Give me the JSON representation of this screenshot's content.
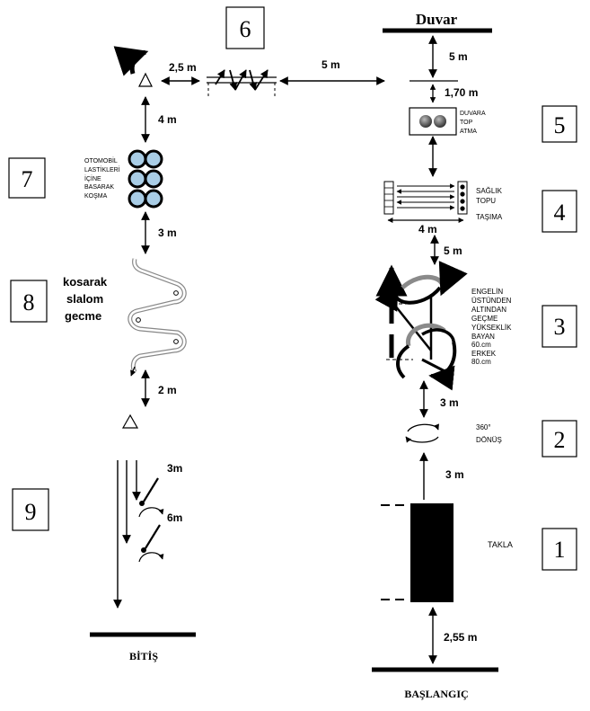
{
  "station_numbers": [
    "1",
    "2",
    "3",
    "4",
    "5",
    "6",
    "7",
    "8",
    "9"
  ],
  "labels": {
    "wall": "Duvar",
    "start": "BAŞLANGIÇ",
    "finish": "BİTİŞ",
    "roll": "TAKLA",
    "turn_360": [
      "360°",
      "DÖNÜŞ"
    ],
    "hurdle": [
      "ENGELİN",
      "ÜSTÜNDEN",
      "ALTINDAN",
      "GEÇME",
      "YÜKSEKLİK",
      "BAYAN",
      "60.cm",
      "ERKEK",
      "80.cm"
    ],
    "medicine_ball": [
      "SAĞLIK",
      "TOPU",
      "TAŞIMA"
    ],
    "wall_throw": [
      "DUVARA",
      "TOP",
      "ATMA"
    ],
    "tires": [
      "OTOMOBİL",
      "LASTİKLERİ",
      "İÇİNE",
      "BASARAK",
      "KOŞMA"
    ],
    "slalom": [
      "kosarak",
      "slalom",
      "gecme"
    ]
  },
  "distances": {
    "start_to_mat": "2,55 m",
    "mat_to_turn": "3 m",
    "turn_to_hurdle": "3 m",
    "hurdle_to_ball": "5 m",
    "ball_width": "4 m",
    "wall_gap": "5 m",
    "throw_line": "1,70 m",
    "station6_right": "5 m",
    "station6_left": "2,5 m",
    "cone_to_tires": "4 m",
    "tires_to_slalom": "3 m",
    "slalom_to_cone": "2 m",
    "run_3m": "3m",
    "run_6m": "6m"
  }
}
